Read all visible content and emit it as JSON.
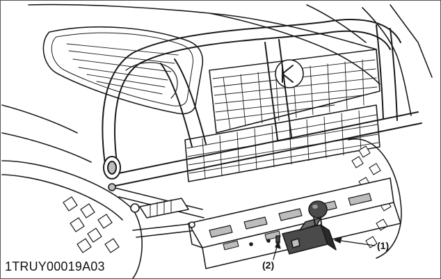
{
  "figure": {
    "id_label": "1TRUY00019A03",
    "callouts": [
      {
        "label": "(1)",
        "part": "hitch-ball-mount"
      },
      {
        "label": "(2)",
        "part": "hitch-pin"
      }
    ]
  },
  "colors": {
    "line": "#1a1a1a",
    "shade": "#4a4a4a",
    "light_shade": "#bdbdbd",
    "background": "#ffffff"
  }
}
